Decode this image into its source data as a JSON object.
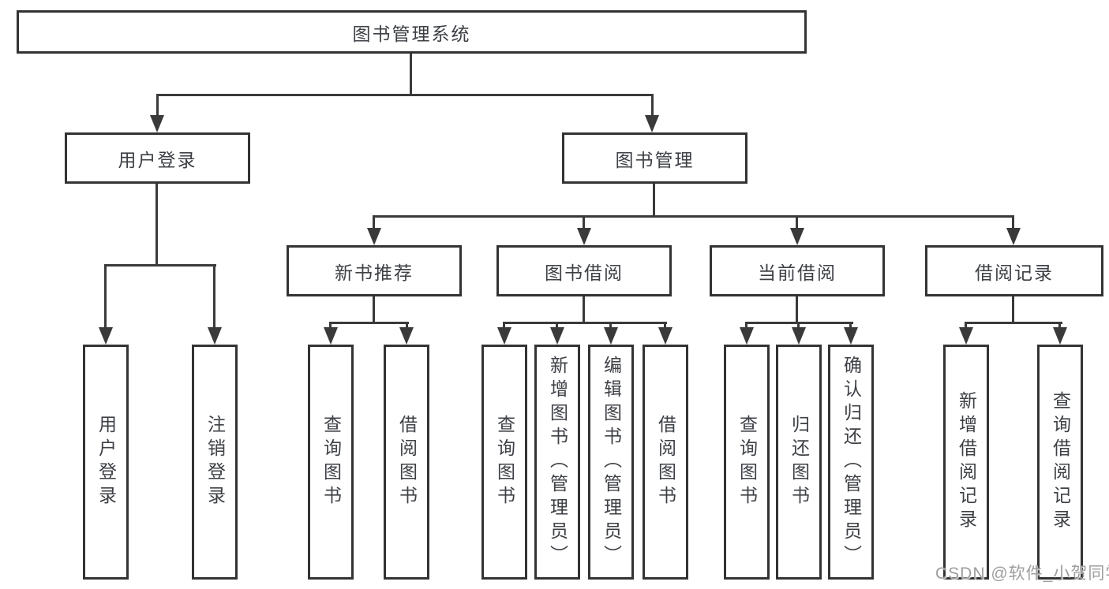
{
  "tree": {
    "root": "图书管理系统",
    "branches": [
      {
        "label": "用户登录",
        "children": [
          "用户登录",
          "注销登录"
        ]
      },
      {
        "label": "图书管理",
        "groups": [
          {
            "label": "新书推荐",
            "children": [
              "查询图书",
              "借阅图书"
            ]
          },
          {
            "label": "图书借阅",
            "children": [
              "查询图书",
              "新增图书（管理员）",
              "编辑图书（管理员）",
              "借阅图书"
            ]
          },
          {
            "label": "当前借阅",
            "children": [
              "查询图书",
              "归还图书",
              "确认归还（管理员）"
            ]
          },
          {
            "label": "借阅记录",
            "children": [
              "新增借阅记录",
              "查询借阅记录"
            ]
          }
        ]
      }
    ]
  },
  "watermark": "CSDN @软件_小贺同学",
  "colors": {
    "line": "#3a3a3a",
    "border": "#333333",
    "text": "#3d4045",
    "watermark": "#9e9e9e",
    "background": "#ffffff"
  }
}
